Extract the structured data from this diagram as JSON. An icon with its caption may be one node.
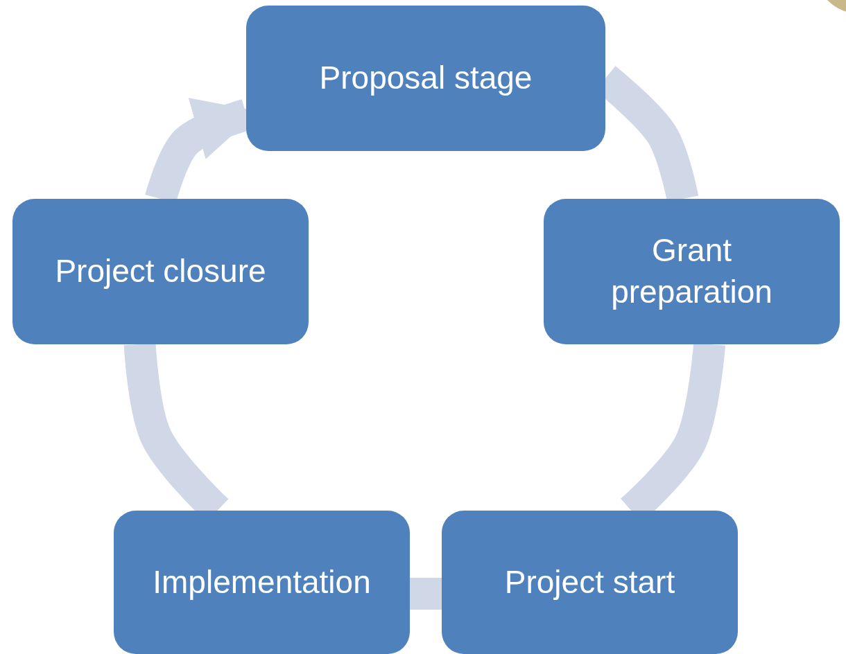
{
  "diagram": {
    "nodes": [
      {
        "text": [
          "Proposal stage"
        ]
      },
      {
        "text": [
          "Grant preparation"
        ]
      },
      {
        "text": [
          "Project start"
        ]
      },
      {
        "text": [
          "Implementation"
        ]
      },
      {
        "text": [
          "Project closure"
        ]
      }
    ],
    "edges": [
      {
        "from": 0,
        "to": 1,
        "arrow": "none"
      },
      {
        "from": 1,
        "to": 2,
        "arrow": "none"
      },
      {
        "from": 2,
        "to": 3,
        "arrow": "none"
      },
      {
        "from": 3,
        "to": 4,
        "arrow": "none"
      },
      {
        "from": 4,
        "to": 0,
        "arrow": "to"
      }
    ]
  }
}
